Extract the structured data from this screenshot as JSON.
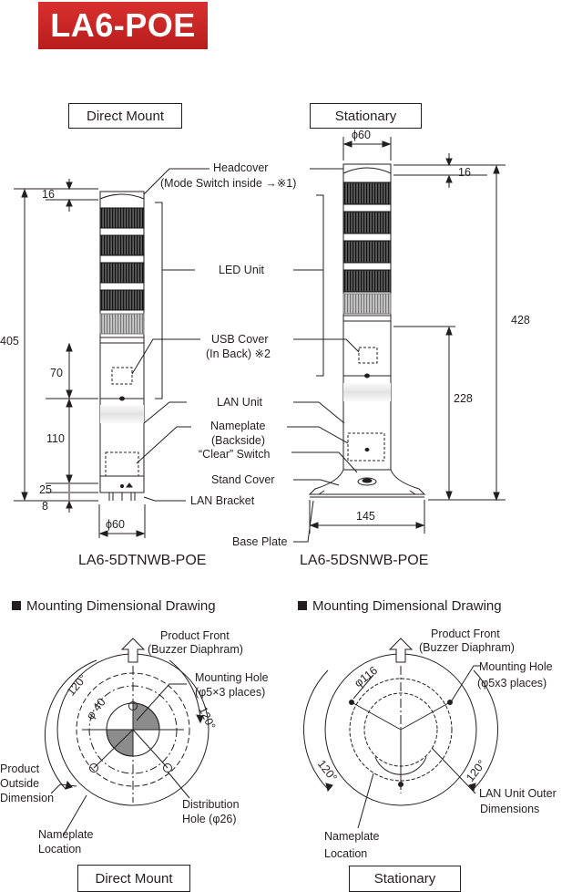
{
  "title": "LA6-POE",
  "top_left": {
    "view_label": "Direct Mount",
    "model": "LA6-5DTNWB-POE",
    "dims": {
      "d16": "16",
      "d405": "405",
      "d70": "70",
      "d110": "110",
      "d25": "25",
      "d8": "8",
      "phi60": "ϕ60"
    }
  },
  "top_right": {
    "view_label": "Stationary",
    "model": "LA6-5DSNWB-POE",
    "dims": {
      "phi60": "ϕ60",
      "d16": "16",
      "d428": "428",
      "d228": "228",
      "d145": "145"
    }
  },
  "callouts": {
    "headcover": "Headcover",
    "mode_switch": "(Mode Switch inside →※1)",
    "led_unit": "LED Unit",
    "usb_cover": "USB Cover",
    "in_back": "(In Back) ※2",
    "lan_unit": "LAN Unit",
    "nameplate": "Nameplate",
    "backside": "(Backside)",
    "clear_switch": "“Clear” Switch",
    "stand_cover": "Stand Cover",
    "lan_bracket": "LAN Bracket",
    "base_plate": "Base Plate"
  },
  "bottom_left": {
    "section_title": "Mounting Dimensional Drawing",
    "product_front": "Product Front",
    "buzzer": "(Buzzer Diaphram)",
    "mounting_hole": "Mounting Hole",
    "hole_spec": "(φ5×3 places)",
    "angle_a": "120°",
    "angle_b": "120°",
    "phi40": "φ 40",
    "product": "Product",
    "outside": "Outside",
    "dimension": "Dimension",
    "nameplate": "Nameplate",
    "location": "Location",
    "distribution": "Distribution",
    "hole26": "Hole (φ26)",
    "view_label": "Direct Mount"
  },
  "bottom_right": {
    "section_title": "Mounting Dimensional Drawing",
    "product_front": "Product Front",
    "buzzer": "(Buzzer Diaphram)",
    "mounting_hole": "Mounting Hole",
    "hole_spec": "(φ5x3 places)",
    "phi116": "φ116",
    "angle_a": "120°",
    "angle_b": "120°",
    "lan_outer": "LAN Unit Outer",
    "dimensions": "Dimensions",
    "nameplate": "Nameplate",
    "location": "Location",
    "view_label": "Stationary"
  }
}
